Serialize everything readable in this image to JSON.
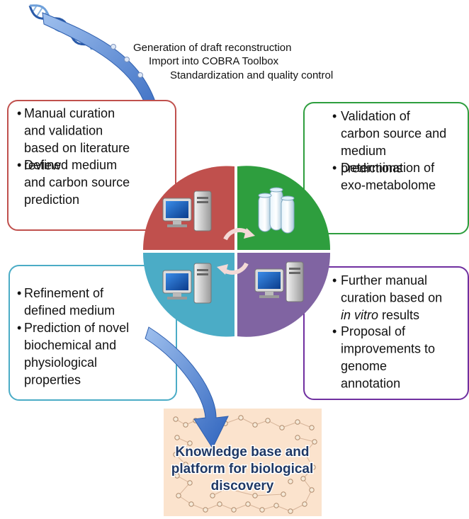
{
  "top_steps": [
    "Generation of draft reconstruction",
    "Import into COBRA Toolbox",
    "Standardization and quality control"
  ],
  "boxes": {
    "red": {
      "color": "#c0504d",
      "bullets": [
        [
          "Manual curation",
          "and validation",
          "based on literature",
          "review"
        ],
        [
          "Defined medium",
          "and carbon source",
          "prediction"
        ]
      ]
    },
    "green": {
      "color": "#2e9e3e",
      "bullets": [
        [
          "Validation of",
          "carbon source and",
          "medium",
          "predictions"
        ],
        [
          "Determination of",
          "exo-metabolome"
        ]
      ]
    },
    "blue": {
      "color": "#4bacc6",
      "bullets": [
        [
          "Refinement of",
          "defined medium"
        ],
        [
          "Prediction of novel",
          "biochemical and",
          "physiological",
          "properties"
        ]
      ]
    },
    "purple": {
      "color": "#7030a0",
      "bullets": [
        [
          "Further manual",
          "curation based on",
          "in vitro results"
        ],
        [
          "Proposal of",
          "improvements to",
          "genome",
          "annotation"
        ]
      ]
    }
  },
  "italic_phrase": "in vitro",
  "quadrant_colors": {
    "top_left": "#c0504d",
    "top_right": "#2e9e3e",
    "bottom_left": "#4bacc6",
    "bottom_right": "#8064a2"
  },
  "icons": {
    "top_left": "computer-icon",
    "top_right": "test-tubes-icon",
    "bottom_left": "computer-icon",
    "bottom_right": "computer-icon",
    "top_start": "dna-icon"
  },
  "result": {
    "lines": [
      "Knowledge base and",
      "platform for biological",
      "discovery"
    ],
    "background": "#fbe3cd",
    "text_color": "#1f3864"
  },
  "arrow_color": "#3a6fc4"
}
